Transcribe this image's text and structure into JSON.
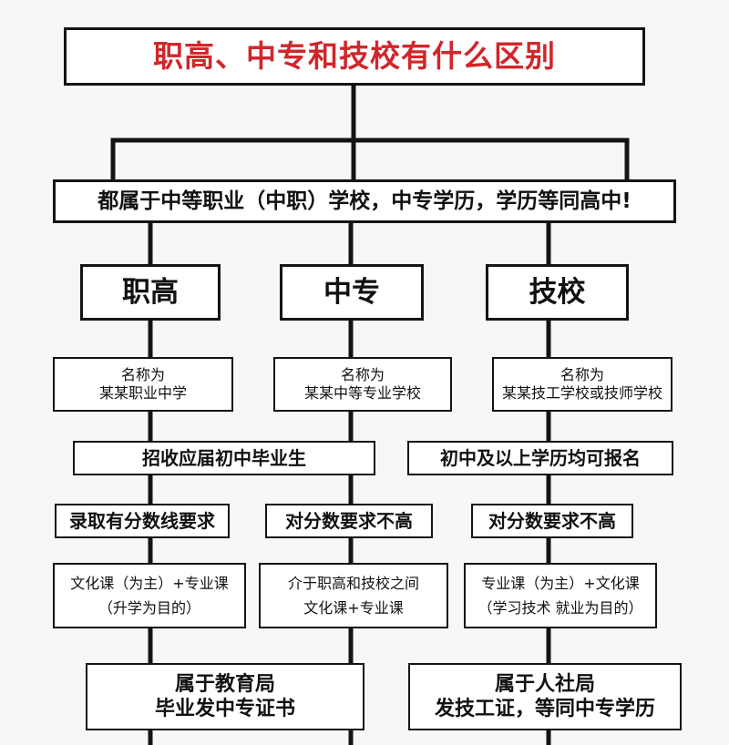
{
  "title": "职高、中专和技校有什么区别",
  "banner": "都属于中等职业（中职）学校，中专学历，学历等同高中!",
  "categories": {
    "vocational_high": "职高",
    "technical_secondary": "中专",
    "technical_school": "技校"
  },
  "names": {
    "vocational_high": [
      "名称为",
      "某某职业中学"
    ],
    "technical_secondary": [
      "名称为",
      "某某中等专业学校"
    ],
    "technical_school": [
      "名称为",
      "某某技工学校或技师学校"
    ]
  },
  "enrollment": {
    "shared_left": "招收应届初中毕业生",
    "technical_school": "初中及以上学历均可报名"
  },
  "score": {
    "vocational_high": "录取有分数线要求",
    "technical_secondary": "对分数要求不高",
    "technical_school": "对分数要求不高"
  },
  "curriculum": {
    "vocational_high": [
      "文化课（为主）+专业课",
      "（升学为目的）"
    ],
    "technical_secondary": [
      "介于职高和技校之间",
      "文化课+专业课"
    ],
    "technical_school": [
      "专业课（为主）+文化课",
      "（学习技术 就业为目的）"
    ]
  },
  "authority": {
    "shared_left": [
      "属于教育局",
      "毕业发中专证书"
    ],
    "technical_school": [
      "属于人社局",
      "发技工证，等同中专学历"
    ]
  },
  "colors": {
    "title": "#d0262c",
    "line": "#141414"
  }
}
